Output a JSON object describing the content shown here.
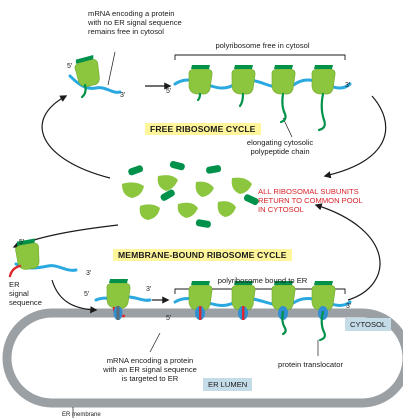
{
  "colors": {
    "ribosome_green": "#8cc63f",
    "subunit_dark_green": "#00924a",
    "mrna_blue": "#29a9e0",
    "signal_red": "#e0262c",
    "membrane_gray": "#9aa0a3",
    "highlight_yellow": "#fff59a",
    "label_box_blue": "#c4dbe8",
    "arrow_black": "#1b1b1b",
    "red_text": "#d8232a"
  },
  "labels": {
    "mrna_no_signal": "mRNA encoding a protein\nwith no ER signal sequence\nremains free in cytosol",
    "polyribosome_free": "polyribosome free in cytosol",
    "free_cycle_title": "FREE RIBOSOME CYCLE",
    "elongating_chain": "elongating cytosolic\npolypeptide chain",
    "common_pool": "ALL RIBOSOMAL SUBUNITS\nRETURN TO COMMON POOL\nIN CYTOSOL",
    "membrane_cycle_title": "MEMBRANE-BOUND RIBOSOME CYCLE",
    "polyribosome_er": "polyribosome bound to ER",
    "er_signal_sequence": "ER\nsignal\nsequence",
    "cytosol": "CYTOSOL",
    "mrna_with_signal": "mRNA encoding a protein\nwith an ER signal sequence\nis targeted to ER",
    "protein_translocator": "protein translocator",
    "er_lumen": "ER LUMEN",
    "er_membrane": "ER membrane"
  },
  "ends": {
    "five_prime": "5′",
    "three_prime": "3′"
  },
  "icons": [
    "ribosome-icon",
    "mrna-strand",
    "signal-sequence-icon",
    "protein-translocator-icon",
    "er-membrane-loop"
  ]
}
